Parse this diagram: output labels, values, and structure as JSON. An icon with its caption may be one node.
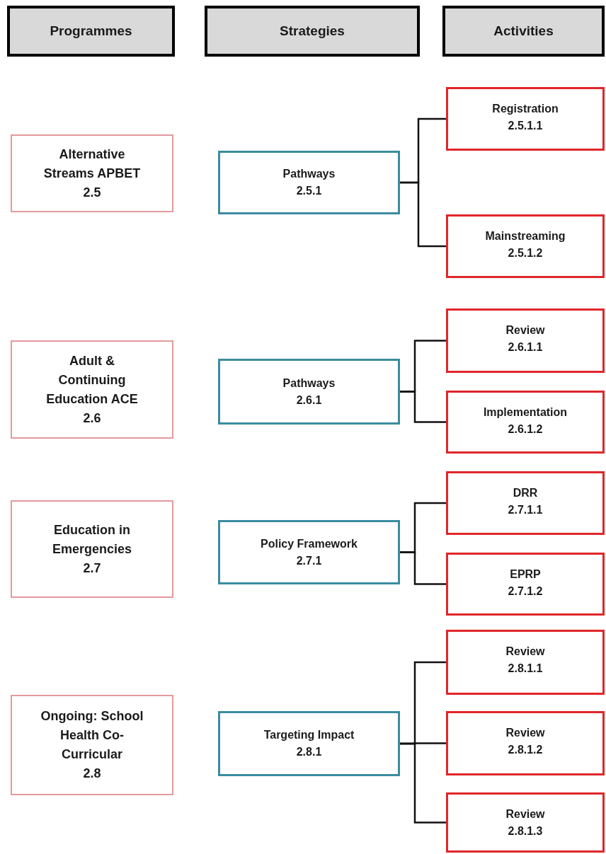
{
  "diagram": {
    "nodes": [
      {
        "text": [
          "Programmes"
        ]
      },
      {
        "text": [
          "Strategies"
        ]
      },
      {
        "text": [
          "Activities"
        ]
      },
      {
        "text": [
          "Alternative Streams APBET",
          "2.5"
        ]
      },
      {
        "text": [
          "Pathways",
          "2.5.1"
        ]
      },
      {
        "text": [
          "Registration",
          "2.5.1.1"
        ]
      },
      {
        "text": [
          "Mainstreaming",
          "2.5.1.2"
        ]
      },
      {
        "text": [
          "Adult & Continuing Education ACE",
          "2.6"
        ]
      },
      {
        "text": [
          "Pathways",
          "2.6.1"
        ]
      },
      {
        "text": [
          "Review",
          "2.6.1.1"
        ]
      },
      {
        "text": [
          "Implementation",
          "2.6.1.2"
        ]
      },
      {
        "text": [
          "Education in Emergencies",
          "2.7"
        ]
      },
      {
        "text": [
          "Policy Framework",
          "2.7.1"
        ]
      },
      {
        "text": [
          "DRR",
          "2.7.1.1"
        ]
      },
      {
        "text": [
          "EPRP",
          "2.7.1.2"
        ]
      },
      {
        "text": [
          "Ongoing: School Health Co-Curricular",
          "2.8"
        ]
      },
      {
        "text": [
          "Targeting Impact",
          "2.8.1"
        ]
      },
      {
        "text": [
          "Review",
          "2.8.1.1"
        ]
      },
      {
        "text": [
          "Review",
          "2.8.1.2"
        ]
      },
      {
        "text": [
          "Review",
          "2.8.1.3"
        ]
      }
    ],
    "edges": [
      {
        "from": 4,
        "to": 5,
        "arrow": "none"
      },
      {
        "from": 4,
        "to": 6,
        "arrow": "none"
      },
      {
        "from": 8,
        "to": 9,
        "arrow": "none"
      },
      {
        "from": 8,
        "to": 10,
        "arrow": "none"
      },
      {
        "from": 12,
        "to": 13,
        "arrow": "none"
      },
      {
        "from": 12,
        "to": 14,
        "arrow": "none"
      },
      {
        "from": 16,
        "to": 17,
        "arrow": "none"
      },
      {
        "from": 16,
        "to": 18,
        "arrow": "none"
      },
      {
        "from": 16,
        "to": 19,
        "arrow": "none"
      }
    ]
  }
}
